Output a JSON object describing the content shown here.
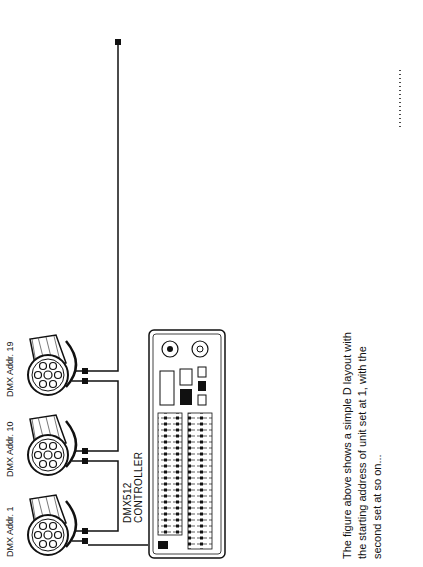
{
  "diagram": {
    "nodes": [
      {
        "text": [
          "DMX Addr. 1"
        ]
      },
      {
        "text": [
          "DMX Addr. 10"
        ]
      },
      {
        "text": [
          "DMX Addr. 19"
        ]
      },
      {
        "text": [
          "DMX512 CONTROLLER"
        ]
      }
    ],
    "edges": [
      {
        "from": 3,
        "to": 0,
        "arrow": "none"
      },
      {
        "from": 0,
        "to": 1,
        "arrow": "none"
      },
      {
        "from": 1,
        "to": 2,
        "arrow": "none"
      }
    ],
    "labels": [
      "The figure above shows a simple D layout with the starting address of unit set at 1, with the second set at so on..."
    ]
  }
}
